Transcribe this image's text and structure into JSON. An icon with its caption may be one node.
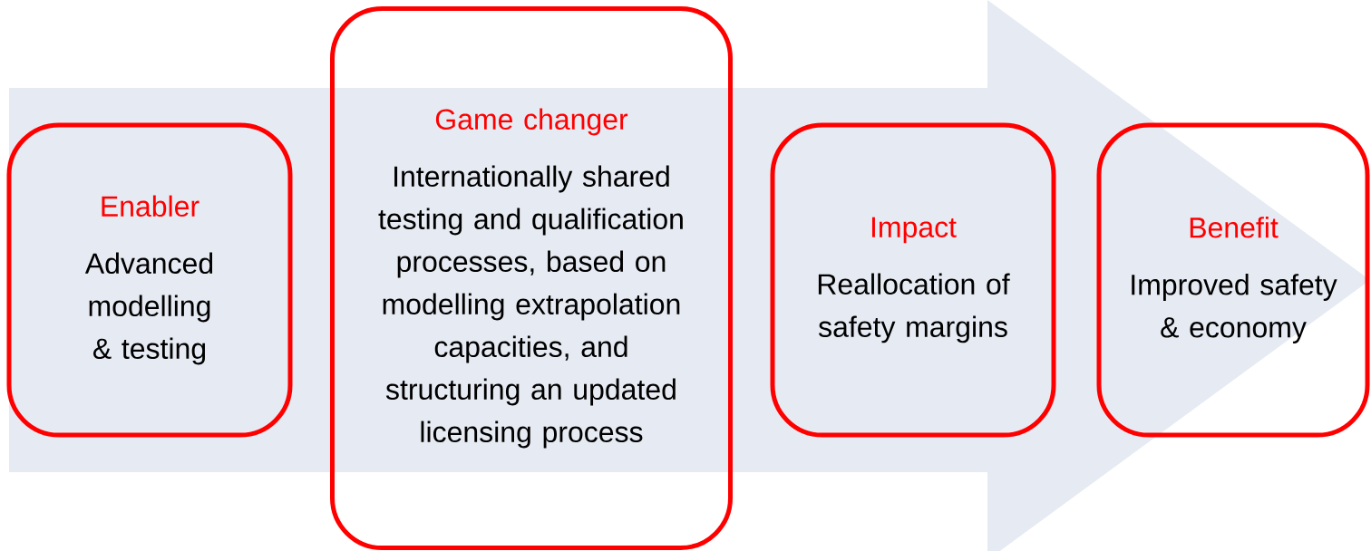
{
  "diagram": {
    "nodes": [
      {
        "text": [
          "Enabler",
          "Advanced modelling & testing"
        ]
      },
      {
        "text": [
          "Game changer",
          "Internationally shared testing and qualification processes, based on modelling extrapolation capacities, and structuring an updated licensing process"
        ]
      },
      {
        "text": [
          "Impact",
          "Reallocation of safety margins"
        ]
      },
      {
        "text": [
          "Benefit",
          "Improved safety & economy"
        ]
      }
    ],
    "edges": [
      {
        "from": 0,
        "to": 3,
        "arrow": "to"
      }
    ]
  }
}
